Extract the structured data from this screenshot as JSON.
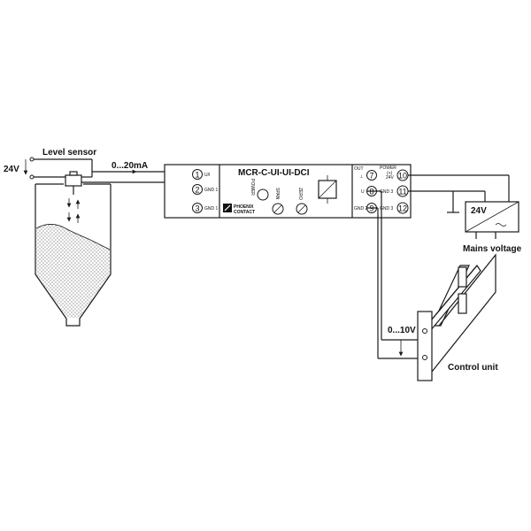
{
  "labels": {
    "level_sensor": "Level sensor",
    "supply_24v": "24V",
    "current_signal": "0...20mA",
    "device_model": "MCR-C-UI-UI-DCI",
    "brand_line1": "PHOENIX",
    "brand_line2": "CONTACT",
    "power_led": "POWER",
    "span": "SPAN",
    "zero": "ZERO",
    "mains_voltage": "Mains voltage",
    "psu_24v": "24V",
    "voltage_signal": "0...10V",
    "control_unit": "Control unit"
  },
  "terminals": {
    "left": [
      {
        "num": "1",
        "label": "U/I"
      },
      {
        "num": "2",
        "label": "GND 1"
      },
      {
        "num": "3",
        "label": "GND 1"
      }
    ],
    "out_header": "OUT",
    "mid": [
      {
        "num": "7",
        "label": "⊥"
      },
      {
        "num": "8",
        "label": "U"
      },
      {
        "num": "9",
        "label": "GND 2"
      }
    ],
    "power_header": "POWER",
    "power_plus": "(+)",
    "power_24v": "24V",
    "right": [
      {
        "num": "10",
        "label": ""
      },
      {
        "num": "11",
        "label": "GND 3"
      },
      {
        "num": "12",
        "label": "GND 3"
      }
    ]
  }
}
